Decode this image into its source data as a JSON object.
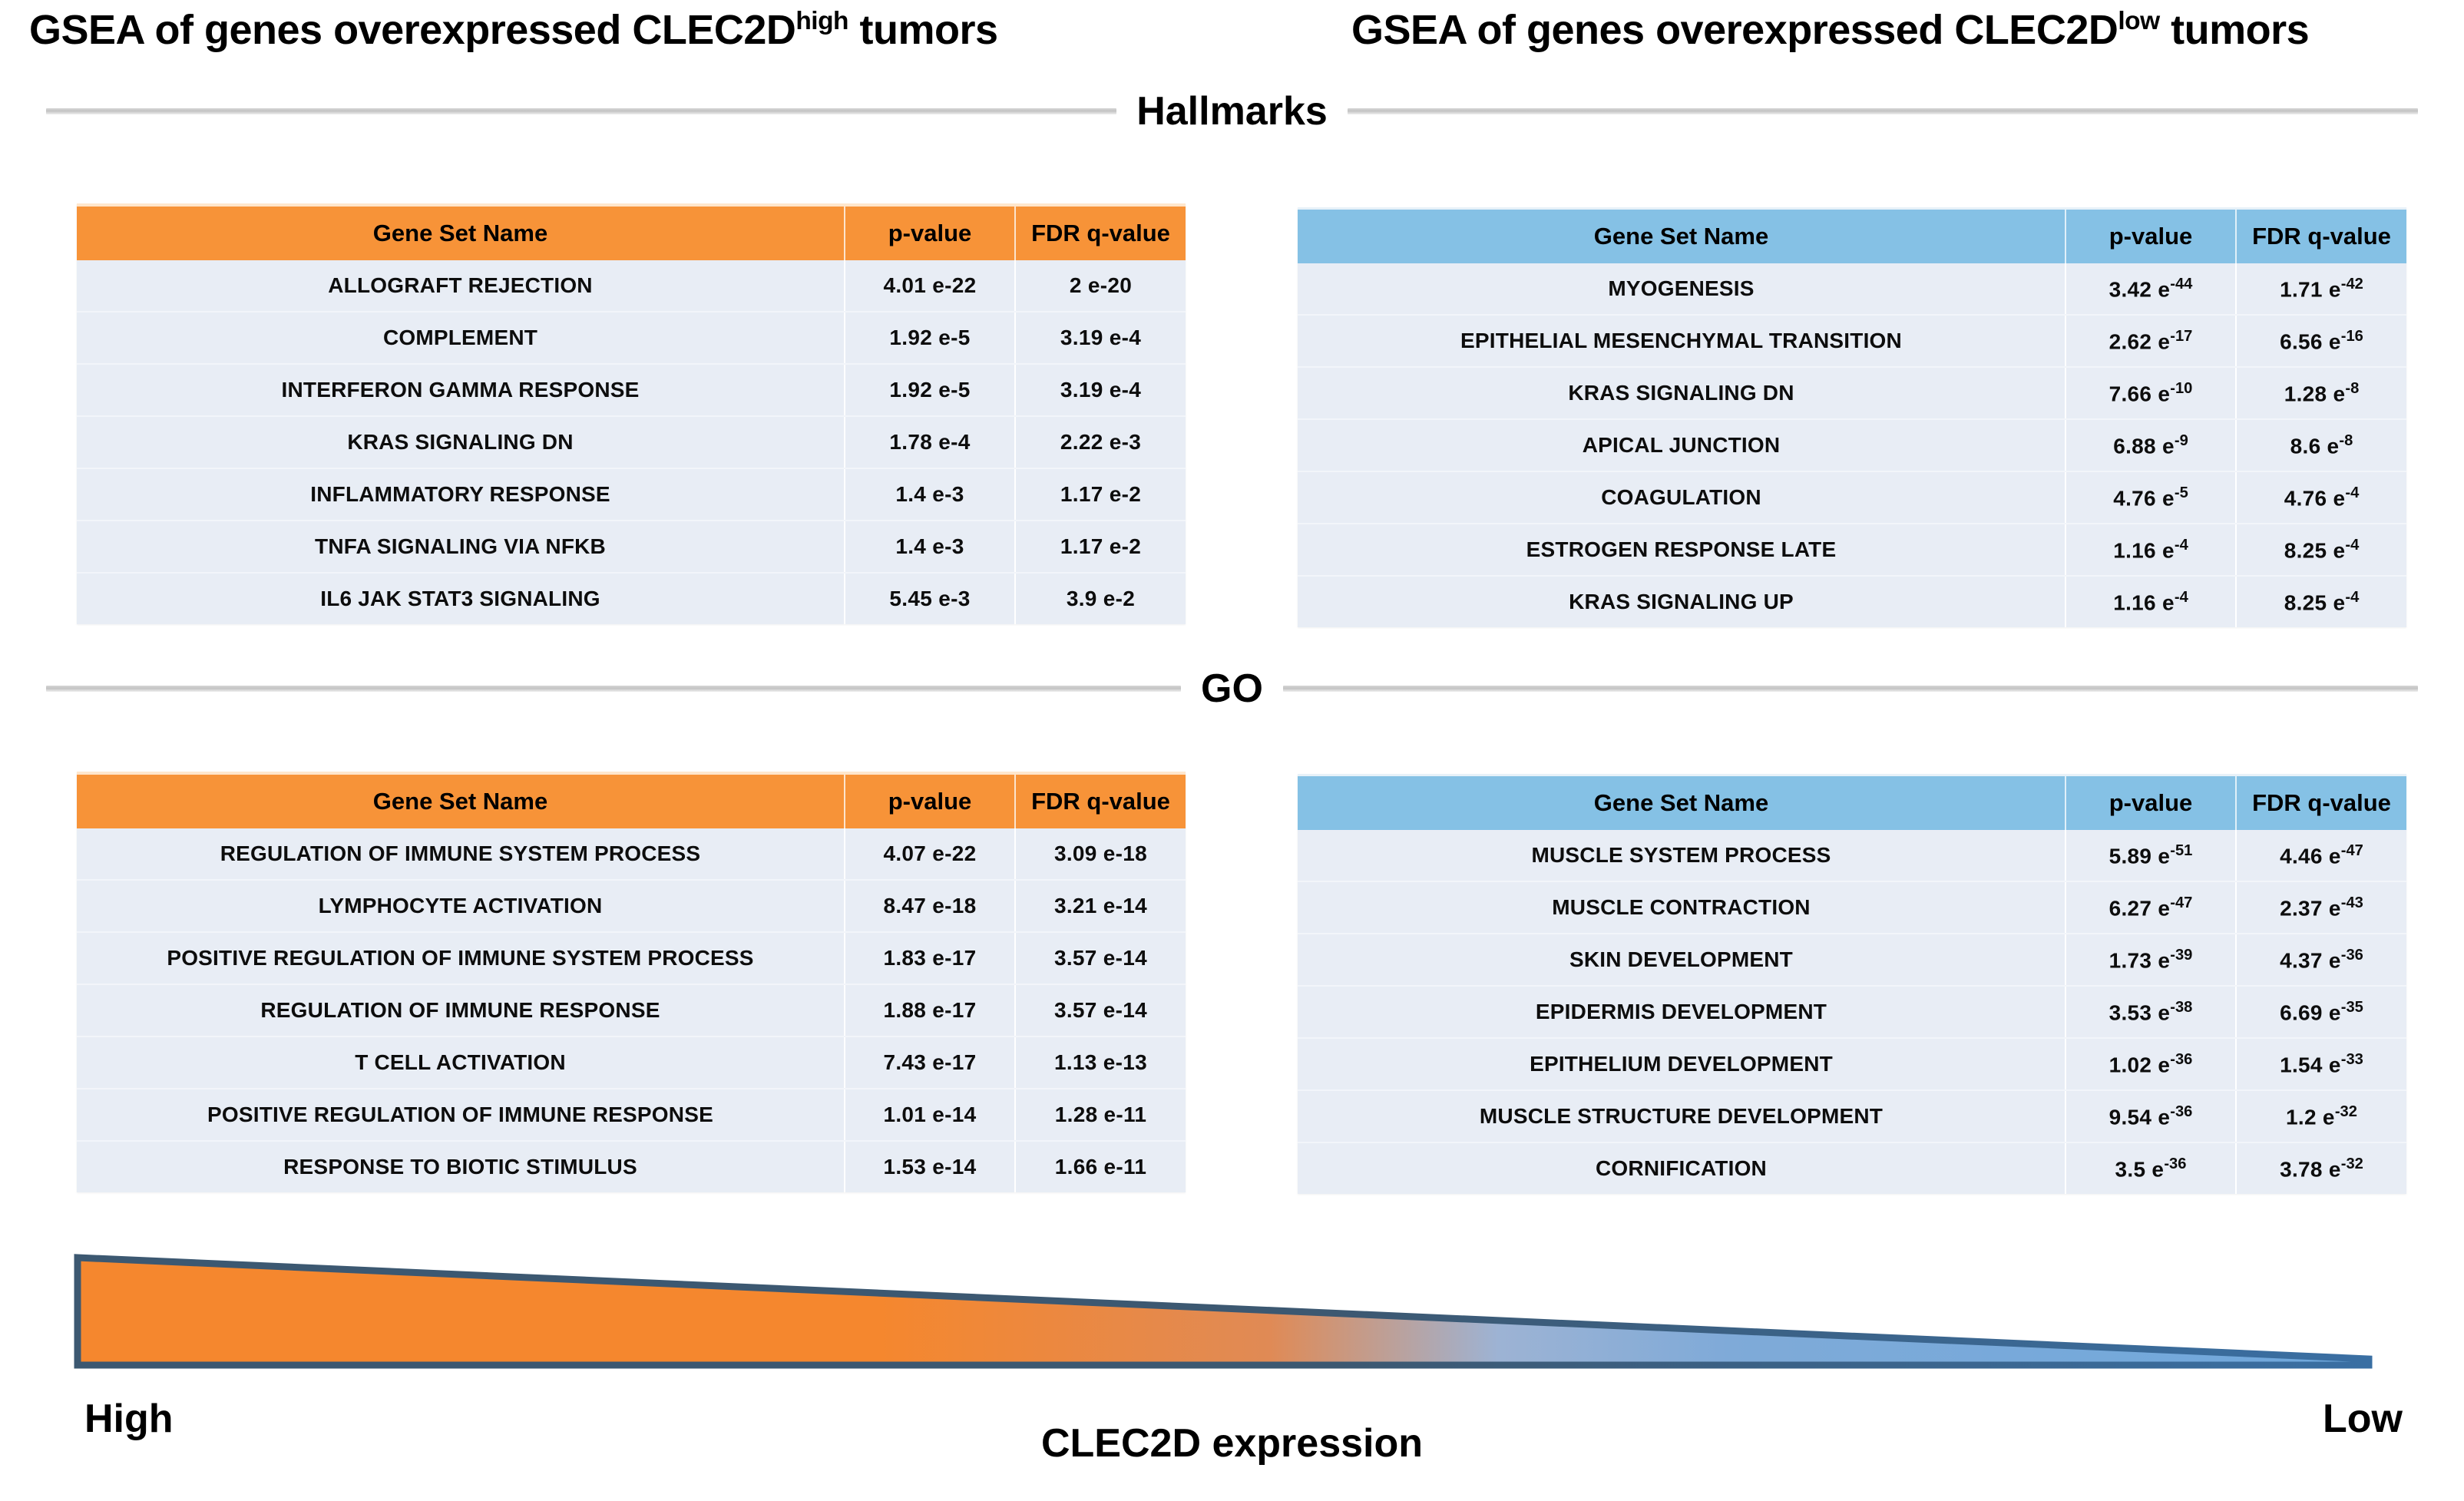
{
  "titles": {
    "left_prefix": "GSEA of genes overexpressed CLEC2D",
    "left_sup": "high",
    "left_suffix": " tumors",
    "right_prefix": "GSEA of genes overexpressed CLEC2D",
    "right_sup": "low",
    "right_suffix": " tumors"
  },
  "sections": {
    "hallmarks": "Hallmarks",
    "go": "GO"
  },
  "columns": {
    "name": "Gene Set Name",
    "pvalue": "p-value",
    "qvalue": "FDR q-value"
  },
  "colors": {
    "high_header": "#F79338",
    "low_header": "#85C1E5",
    "row_background": "#E8EDF5",
    "wedge_orange": "#F5872E",
    "wedge_blue": "#6FA8DC",
    "wedge_outline": "#3C5871"
  },
  "tables": {
    "hallmarks_high": {
      "id": "tbl-hall-high",
      "accent": "orange",
      "rows": [
        {
          "name": "ALLOGRAFT REJECTION",
          "p": "4.01 e-22",
          "q": "2 e-20"
        },
        {
          "name": "COMPLEMENT",
          "p": "1.92 e-5",
          "q": "3.19 e-4"
        },
        {
          "name": "INTERFERON GAMMA RESPONSE",
          "p": "1.92 e-5",
          "q": "3.19 e-4"
        },
        {
          "name": "KRAS SIGNALING DN",
          "p": "1.78 e-4",
          "q": "2.22 e-3"
        },
        {
          "name": "INFLAMMATORY RESPONSE",
          "p": "1.4 e-3",
          "q": "1.17 e-2"
        },
        {
          "name": "TNFA SIGNALING VIA NFKB",
          "p": "1.4 e-3",
          "q": "1.17 e-2"
        },
        {
          "name": "IL6 JAK STAT3 SIGNALING",
          "p": "5.45 e-3",
          "q": "3.9 e-2"
        }
      ]
    },
    "hallmarks_low": {
      "id": "tbl-hall-low",
      "accent": "blue",
      "rows": [
        {
          "name": "MYOGENESIS",
          "p": "3.42 e",
          "p_sup": "-44",
          "q": "1.71 e",
          "q_sup": "-42"
        },
        {
          "name": "EPITHELIAL MESENCHYMAL TRANSITION",
          "p": "2.62 e",
          "p_sup": "-17",
          "q": "6.56 e",
          "q_sup": "-16"
        },
        {
          "name": "KRAS SIGNALING DN",
          "p": "7.66 e",
          "p_sup": "-10",
          "q": "1.28 e",
          "q_sup": "-8"
        },
        {
          "name": "APICAL JUNCTION",
          "p": "6.88 e",
          "p_sup": "-9",
          "q": "8.6 e",
          "q_sup": "-8"
        },
        {
          "name": "COAGULATION",
          "p": "4.76 e",
          "p_sup": "-5",
          "q": "4.76 e",
          "q_sup": "-4"
        },
        {
          "name": "ESTROGEN RESPONSE LATE",
          "p": "1.16 e",
          "p_sup": "-4",
          "q": "8.25 e",
          "q_sup": "-4"
        },
        {
          "name": "KRAS SIGNALING UP",
          "p": "1.16 e",
          "p_sup": "-4",
          "q": "8.25 e",
          "q_sup": "-4"
        }
      ]
    },
    "go_high": {
      "id": "tbl-go-high",
      "accent": "orange",
      "rows": [
        {
          "name": "REGULATION OF IMMUNE SYSTEM PROCESS",
          "p": "4.07 e-22",
          "q": "3.09 e-18"
        },
        {
          "name": "LYMPHOCYTE ACTIVATION",
          "p": "8.47 e-18",
          "q": "3.21 e-14"
        },
        {
          "name": "POSITIVE REGULATION OF IMMUNE SYSTEM PROCESS",
          "p": "1.83 e-17",
          "q": "3.57 e-14"
        },
        {
          "name": "REGULATION OF IMMUNE RESPONSE",
          "p": "1.88 e-17",
          "q": "3.57 e-14"
        },
        {
          "name": "T CELL ACTIVATION",
          "p": "7.43 e-17",
          "q": "1.13 e-13"
        },
        {
          "name": "POSITIVE REGULATION OF IMMUNE RESPONSE",
          "p": "1.01 e-14",
          "q": "1.28 e-11"
        },
        {
          "name": "RESPONSE TO BIOTIC STIMULUS",
          "p": "1.53 e-14",
          "q": "1.66 e-11"
        }
      ]
    },
    "go_low": {
      "id": "tbl-go-low",
      "accent": "blue",
      "rows": [
        {
          "name": "MUSCLE SYSTEM PROCESS",
          "p": "5.89 e",
          "p_sup": "-51",
          "q": "4.46 e",
          "q_sup": "-47"
        },
        {
          "name": "MUSCLE CONTRACTION",
          "p": "6.27 e",
          "p_sup": "-47",
          "q": "2.37 e",
          "q_sup": "-43"
        },
        {
          "name": "SKIN DEVELOPMENT",
          "p": "1.73 e",
          "p_sup": "-39",
          "q": "4.37 e",
          "q_sup": "-36"
        },
        {
          "name": "EPIDERMIS DEVELOPMENT",
          "p": "3.53 e",
          "p_sup": "-38",
          "q": "6.69 e",
          "q_sup": "-35"
        },
        {
          "name": "EPITHELIUM DEVELOPMENT",
          "p": "1.02 e",
          "p_sup": "-36",
          "q": "1.54 e",
          "q_sup": "-33"
        },
        {
          "name": "MUSCLE STRUCTURE DEVELOPMENT",
          "p": "9.54 e",
          "p_sup": "-36",
          "q": "1.2 e",
          "q_sup": "-32"
        },
        {
          "name": "CORNIFICATION",
          "p": "3.5 e",
          "p_sup": "-36",
          "q": "3.78 e",
          "q_sup": "-32"
        }
      ]
    }
  },
  "axis": {
    "left_label": "High",
    "right_label": "Low",
    "caption": "CLEC2D expression"
  }
}
